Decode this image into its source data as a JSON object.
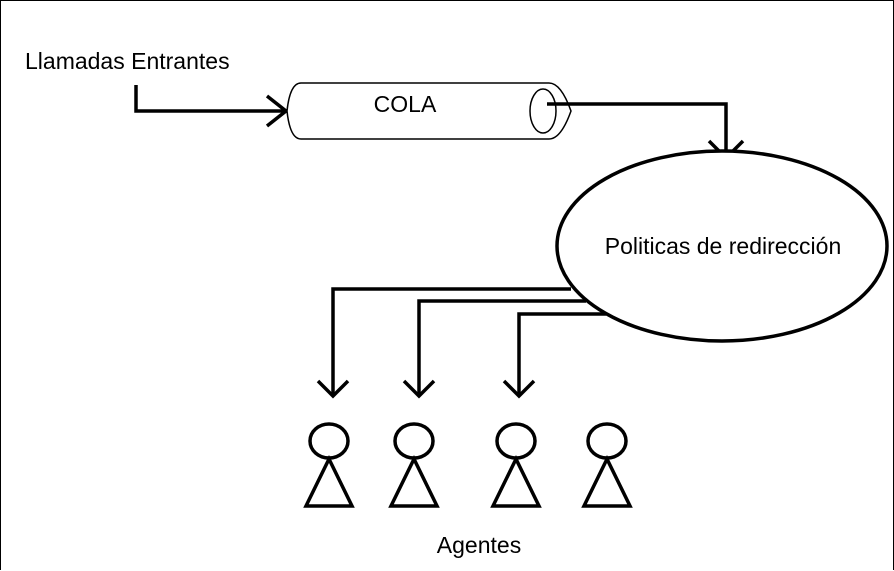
{
  "diagram": {
    "incoming_label": "Llamadas Entrantes",
    "queue_label": "COLA",
    "policy_label": "Politicas de redirección",
    "agents_label": "Agentes",
    "stroke_color": "#000000",
    "background_color": "#ffffff",
    "queue_fill": "#ffffff"
  }
}
